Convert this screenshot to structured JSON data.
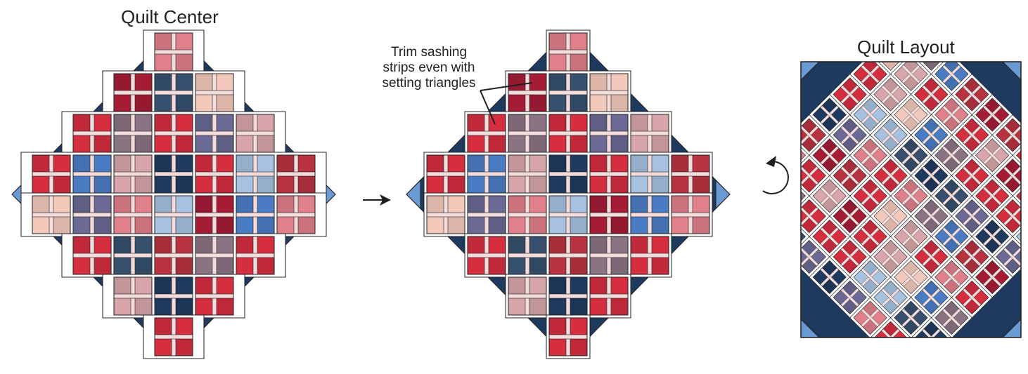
{
  "labels": {
    "quilt_center": "Quilt Center",
    "quilt_layout": "Quilt Layout",
    "trim_note": "Trim sashing strips even with setting triangles"
  },
  "icons": {
    "arrow": "right-arrow-icon",
    "rotate": "rotate-counterclockwise-icon"
  },
  "colors": {
    "navy": "#1f3a5f",
    "corner_blue": "#6a9ad4",
    "sashing": "#ffffff",
    "sashing_cross": "#f2dcdc",
    "outline": "#231f20",
    "fabrics": {
      "R": "#d42e3f",
      "C": "#a61c35",
      "P": "#e0808a",
      "L": "#d8a6aa",
      "S": "#f2c9bb",
      "N": "#36506e",
      "V": "#6a6a94",
      "M": "#8a7484",
      "B": "#4a7cc4",
      "K": "#a6c2e0",
      "D": "#1f3a5f",
      "W": "#b83240"
    }
  },
  "quilt": {
    "rows": [
      [
        "P"
      ],
      [
        "C",
        "N",
        "S"
      ],
      [
        "R",
        "M",
        "R",
        "V",
        "L"
      ],
      [
        "R",
        "B",
        "L",
        "D",
        "R",
        "K",
        "W"
      ],
      [
        "S",
        "V",
        "P",
        "K",
        "C",
        "B",
        "P"
      ],
      [
        "R",
        "N",
        "W",
        "M",
        "R"
      ],
      [
        "L",
        "D",
        "R"
      ],
      [
        "R"
      ]
    ]
  }
}
